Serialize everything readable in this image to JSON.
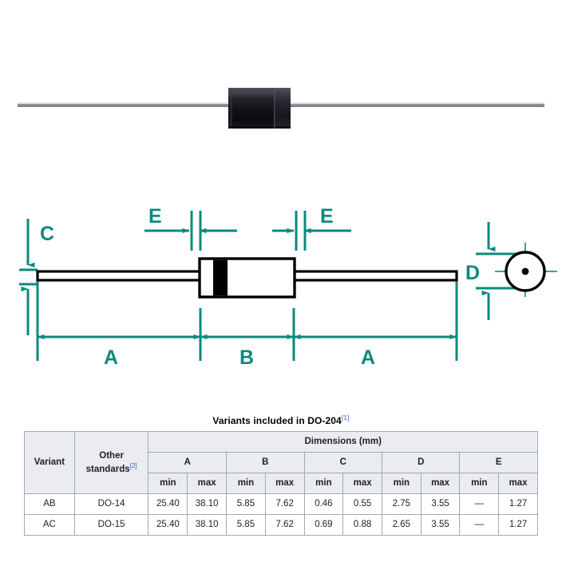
{
  "photo": {
    "alt_name": "axial-lead-diode-photograph",
    "body_color": "#15151a",
    "body_highlight": "#4a4a52",
    "lead_color": "#b8b8bc",
    "background": "#ffffff"
  },
  "drawing": {
    "accent_color": "#0b8a7d",
    "outline_color": "#000000",
    "labels": {
      "c": "C",
      "d": "D",
      "e_left": "E",
      "e_right": "E",
      "a_left": "A",
      "b": "B",
      "a_right": "A"
    },
    "icon_names": {
      "end_view": "end-view-circle-icon",
      "body": "diode-body-outline",
      "cathode_band": "cathode-band",
      "lead_left": "lead-left",
      "lead_right": "lead-right"
    }
  },
  "table": {
    "caption": "Variants included in DO-204",
    "caption_ref": "[1]",
    "headers": {
      "variant": "Variant",
      "other_standards": "Other standards",
      "other_standards_ref": "[2]",
      "dimensions": "Dimensions (mm)",
      "groups": [
        "A",
        "B",
        "C",
        "D",
        "E"
      ],
      "minmax": [
        "min",
        "max"
      ]
    },
    "rows": [
      {
        "variant": "AB",
        "other": "DO-14",
        "a_min": "25.40",
        "a_max": "38.10",
        "b_min": "5.85",
        "b_max": "7.62",
        "c_min": "0.46",
        "c_max": "0.55",
        "d_min": "2.75",
        "d_max": "3.55",
        "e_min": "—",
        "e_max": "1.27"
      },
      {
        "variant": "AC",
        "other": "DO-15",
        "a_min": "25.40",
        "a_max": "38.10",
        "b_min": "5.85",
        "b_max": "7.62",
        "c_min": "0.69",
        "c_max": "0.88",
        "d_min": "2.65",
        "d_max": "3.55",
        "e_min": "—",
        "e_max": "1.27"
      }
    ]
  }
}
